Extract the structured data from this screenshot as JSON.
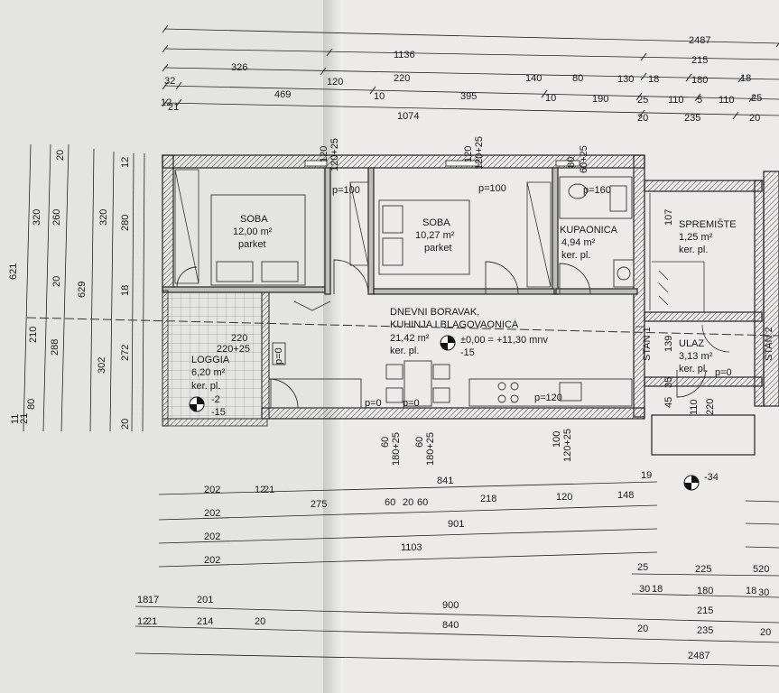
{
  "rooms": {
    "soba1": {
      "name": "SOBA",
      "area": "12,00 m²",
      "floor": "parket"
    },
    "soba2": {
      "name": "SOBA",
      "area": "10,27 m²",
      "floor": "parket"
    },
    "kupaonica": {
      "name": "KUPAONICA",
      "area": "4,94 m²",
      "floor": "ker. pl."
    },
    "spremiste": {
      "name": "SPREMIŠTE",
      "area": "1,25 m²",
      "floor": "ker. pl."
    },
    "boravak": {
      "line1": "DNEVNI BORAVAK,",
      "line2": "KUHINJA I BLAGOVAONICA",
      "area": "21,42 m²",
      "floor": "ker. pl."
    },
    "loggia": {
      "name": "LOGGIA",
      "area": "6,20 m²",
      "floor": "ker. pl."
    },
    "ulaz": {
      "name": "ULAZ",
      "area": "3,13 m²",
      "floor": "ker. pl."
    }
  },
  "levels": {
    "boravak": {
      "main": "±0,00 = +11,30 mnv",
      "sub": "-15"
    },
    "loggia": {
      "main": "-2",
      "sub": "-15"
    },
    "outside": "-34"
  },
  "labels": {
    "stan1": "STAN 1",
    "stan2": "STAN 2",
    "p100a": "p=100",
    "p100b": "p=100",
    "p160": "p=160",
    "p0a": "p=0",
    "p0b": "p=0",
    "p0c": "p=0",
    "p0d": "p=0",
    "p120": "p=120",
    "win120a": "120",
    "win120b": "120+25",
    "win120c": "120",
    "win120d": "120+25",
    "win80a": "80",
    "win80b": "60+25",
    "loggia220": "220",
    "loggia22025": "220+25",
    "d60a": "60",
    "d180a": "180+25",
    "d60b": "60",
    "d180b": "180+25",
    "d100": "100",
    "d12025": "120+25",
    "s107": "107",
    "s139": "139",
    "s45": "45",
    "s110": "110",
    "s220": "220",
    "s35": "35"
  },
  "dims": {
    "top": [
      {
        "t": "2487"
      },
      {
        "t": "1136"
      },
      {
        "t": "215"
      },
      {
        "t": "326"
      },
      {
        "t": "120"
      },
      {
        "t": "220"
      },
      {
        "t": "140"
      },
      {
        "t": "80"
      },
      {
        "t": "130"
      },
      {
        "t": "18"
      },
      {
        "t": "180"
      },
      {
        "t": "18"
      },
      {
        "t": "32"
      },
      {
        "t": "469"
      },
      {
        "t": "10"
      },
      {
        "t": "395"
      },
      {
        "t": "10"
      },
      {
        "t": "190"
      },
      {
        "t": "25"
      },
      {
        "t": "110"
      },
      {
        "t": "5"
      },
      {
        "t": "110"
      },
      {
        "t": "25"
      },
      {
        "t": "1074"
      },
      {
        "t": "20"
      },
      {
        "t": "235"
      },
      {
        "t": "20"
      },
      {
        "t": "12"
      },
      {
        "t": "21"
      }
    ],
    "left": [
      {
        "t": "621"
      },
      {
        "t": "320"
      },
      {
        "t": "260"
      },
      {
        "t": "20"
      },
      {
        "t": "20"
      },
      {
        "t": "210"
      },
      {
        "t": "80"
      },
      {
        "t": "11"
      },
      {
        "t": "21"
      },
      {
        "t": "629"
      },
      {
        "t": "320"
      },
      {
        "t": "302"
      },
      {
        "t": "288"
      },
      {
        "t": "12"
      },
      {
        "t": "280"
      },
      {
        "t": "18"
      },
      {
        "t": "272"
      },
      {
        "t": "20"
      }
    ],
    "bottom": [
      {
        "t": "202"
      },
      {
        "t": "12"
      },
      {
        "t": "21"
      },
      {
        "t": "841"
      },
      {
        "t": "19"
      },
      {
        "t": "202"
      },
      {
        "t": "275"
      },
      {
        "t": "60"
      },
      {
        "t": "20"
      },
      {
        "t": "60"
      },
      {
        "t": "218"
      },
      {
        "t": "120"
      },
      {
        "t": "148"
      },
      {
        "t": "202"
      },
      {
        "t": "901"
      },
      {
        "t": "202"
      },
      {
        "t": "1103"
      },
      {
        "t": "25"
      },
      {
        "t": "225"
      },
      {
        "t": "520"
      },
      {
        "t": "30"
      },
      {
        "t": "18"
      },
      {
        "t": "180"
      },
      {
        "t": "18"
      },
      {
        "t": "30"
      },
      {
        "t": "18"
      },
      {
        "t": "17"
      },
      {
        "t": "201"
      },
      {
        "t": "900"
      },
      {
        "t": "215"
      },
      {
        "t": "12"
      },
      {
        "t": "21"
      },
      {
        "t": "214"
      },
      {
        "t": "20"
      },
      {
        "t": "840"
      },
      {
        "t": "20"
      },
      {
        "t": "235"
      },
      {
        "t": "20"
      },
      {
        "t": "2487"
      }
    ]
  }
}
